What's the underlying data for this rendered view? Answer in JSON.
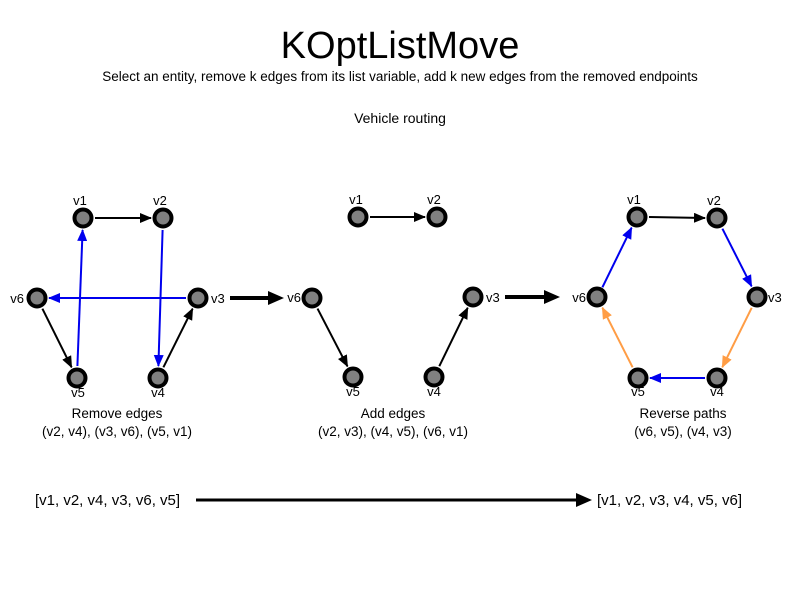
{
  "header": {
    "title": "KOptListMove",
    "subtitle": "Select an entity, remove k edges from its list variable, add k new edges from the removed endpoints",
    "context_label": "Vehicle routing"
  },
  "nodes": {
    "v1": "v1",
    "v2": "v2",
    "v3": "v3",
    "v4": "v4",
    "v5": "v5",
    "v6": "v6"
  },
  "graphs": [
    {
      "name": "remove-edges",
      "caption_title": "Remove edges",
      "caption_detail": "(v2, v4), (v3, v6), (v5, v1)",
      "edges": [
        {
          "from": "v1",
          "to": "v2",
          "color": "black"
        },
        {
          "from": "v2",
          "to": "v4",
          "color": "blue"
        },
        {
          "from": "v4",
          "to": "v3",
          "color": "black"
        },
        {
          "from": "v3",
          "to": "v6",
          "color": "blue"
        },
        {
          "from": "v6",
          "to": "v5",
          "color": "black"
        },
        {
          "from": "v5",
          "to": "v1",
          "color": "blue"
        }
      ]
    },
    {
      "name": "add-edges",
      "caption_title": "Add edges",
      "caption_detail": "(v2, v3), (v4, v5), (v6, v1)",
      "edges": [
        {
          "from": "v1",
          "to": "v2",
          "color": "black"
        },
        {
          "from": "v6",
          "to": "v5",
          "color": "black"
        },
        {
          "from": "v4",
          "to": "v3",
          "color": "black"
        }
      ]
    },
    {
      "name": "reverse-paths",
      "caption_title": "Reverse paths",
      "caption_detail": "(v6, v5), (v4, v3)",
      "edges": [
        {
          "from": "v6",
          "to": "v1",
          "color": "blue"
        },
        {
          "from": "v1",
          "to": "v2",
          "color": "black"
        },
        {
          "from": "v2",
          "to": "v3",
          "color": "blue"
        },
        {
          "from": "v3",
          "to": "v4",
          "color": "orange"
        },
        {
          "from": "v4",
          "to": "v5",
          "color": "blue"
        },
        {
          "from": "v5",
          "to": "v6",
          "color": "orange"
        }
      ]
    }
  ],
  "footer": {
    "before_list": "[v1, v2, v4, v3, v6, v5]",
    "after_list": "[v1, v2, v3, v4, v5, v6]"
  },
  "colors": {
    "edge_black": "#000000",
    "edge_blue": "#0000ee",
    "edge_orange": "#ff9d45",
    "node_fill": "#808080",
    "node_stroke": "#000000"
  }
}
